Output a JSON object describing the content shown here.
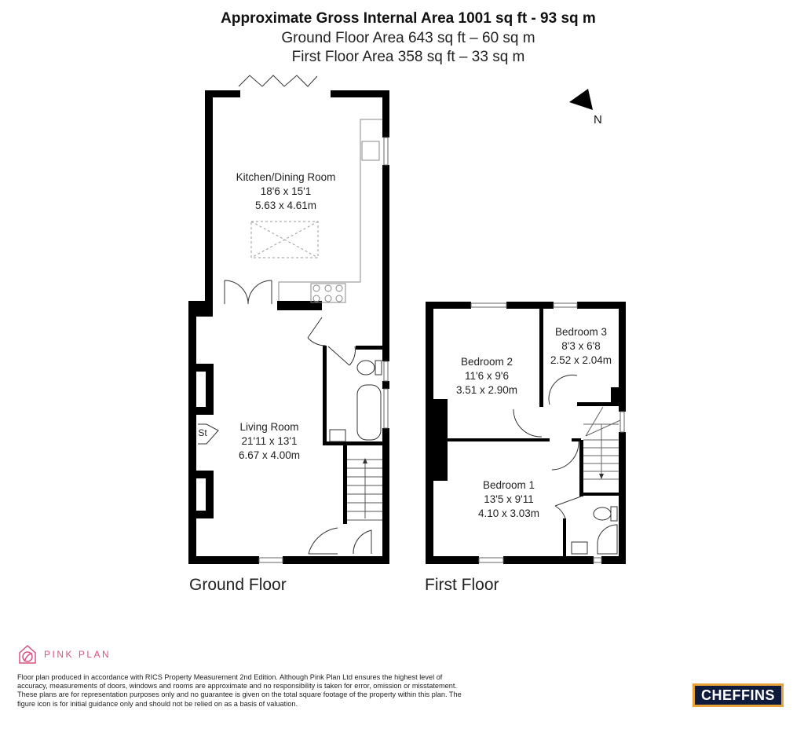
{
  "header": {
    "title": "Approximate Gross Internal Area 1001 sq ft - 93 sq m",
    "ground_floor_area": "Ground Floor Area 643 sq ft – 60 sq m",
    "first_floor_area": "First Floor Area 358 sq ft – 33 sq m"
  },
  "compass": {
    "icon": "north-arrow-icon",
    "label": "N"
  },
  "ground_floor": {
    "label": "Ground Floor",
    "rooms": [
      {
        "name": "Kitchen/Dining Room",
        "imperial": "18'6 x 15'1",
        "metric": "5.63 x 4.61m"
      },
      {
        "name": "Living Room",
        "imperial": "21'11 x 13'1",
        "metric": "6.67 x 4.00m"
      }
    ],
    "storage_label": "St"
  },
  "first_floor": {
    "label": "First Floor",
    "rooms": [
      {
        "name": "Bedroom 2",
        "imperial": "11'6 x 9'6",
        "metric": "3.51 x 2.90m"
      },
      {
        "name": "Bedroom 3",
        "imperial": "8'3 x 6'8",
        "metric": "2.52 x 2.04m"
      },
      {
        "name": "Bedroom 1",
        "imperial": "13'5 x 9'11",
        "metric": "4.10 x 3.03m"
      }
    ]
  },
  "footer": {
    "brand": "PINK PLAN",
    "brand_color": "#d9537e",
    "disclaimer": "Floor plan produced in accordance with RICS Property Measurement 2nd Edition. Although Pink Plan Ltd ensures the highest level of accuracy, measurements of doors, windows and rooms are approximate and no responsibility is taken for error, omission or misstatement. These plans are for representation purposes only and no guarantee is given on the total square footage of the property within this plan. The figure icon is for initial guidance only and should not be relied on as a basis of valuation.",
    "agent_logo": "CHEFFINS",
    "agent_colors": {
      "background": "#0f1b3d",
      "border": "#e8a23a"
    }
  }
}
